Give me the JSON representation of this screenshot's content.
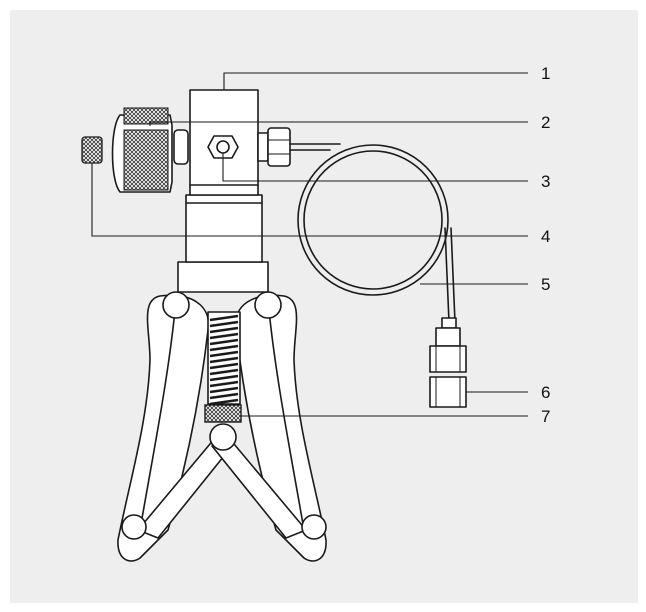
{
  "diagram": {
    "callouts": [
      {
        "number": "1"
      },
      {
        "number": "2"
      },
      {
        "number": "3"
      },
      {
        "number": "4"
      },
      {
        "number": "5"
      },
      {
        "number": "6"
      },
      {
        "number": "7"
      }
    ]
  },
  "colors": {
    "background": "#eeeeee",
    "ink": "#1a1a1a",
    "fill": "#ffffff"
  }
}
